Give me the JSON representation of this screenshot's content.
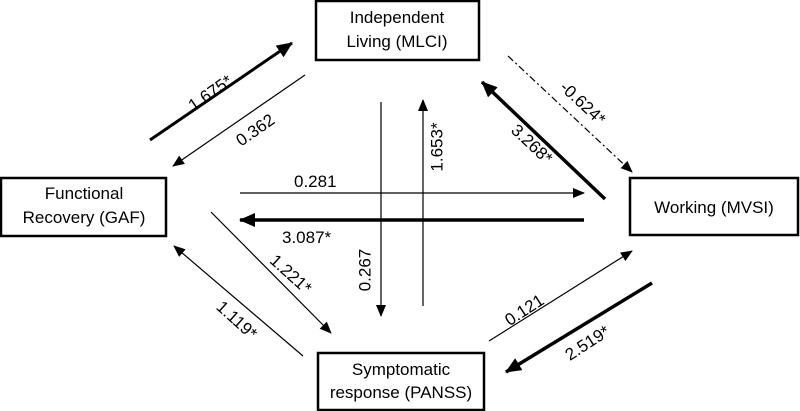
{
  "nodes": {
    "mlci": {
      "line1": "Independent",
      "line2": "Living (MLCI)"
    },
    "gaf": {
      "line1": "Functional",
      "line2": "Recovery (GAF)"
    },
    "mvsi": {
      "line1": "Working (MVSI)"
    },
    "panss": {
      "line1": "Symptomatic",
      "line2": "response (PANSS)"
    }
  },
  "paths": [
    {
      "from": "Functional Recovery (GAF)",
      "to": "Independent Living (MLCI)",
      "label": "1.675*",
      "significant": true,
      "style": "bold"
    },
    {
      "from": "Independent Living (MLCI)",
      "to": "Functional Recovery (GAF)",
      "label": "0.362",
      "significant": false,
      "style": "thin"
    },
    {
      "from": "Independent Living (MLCI)",
      "to": "Working (MVSI)",
      "label": "-0.624*",
      "significant": true,
      "style": "dash-dot"
    },
    {
      "from": "Working (MVSI)",
      "to": "Independent Living (MLCI)",
      "label": "3.268*",
      "significant": true,
      "style": "bold"
    },
    {
      "from": "Functional Recovery (GAF)",
      "to": "Working (MVSI)",
      "label": "0.281",
      "significant": false,
      "style": "thin"
    },
    {
      "from": "Working (MVSI)",
      "to": "Functional Recovery (GAF)",
      "label": "3.087*",
      "significant": true,
      "style": "bold"
    },
    {
      "from": "Independent Living (MLCI)",
      "to": "Symptomatic response (PANSS)",
      "label": "0.267",
      "significant": false,
      "style": "thin"
    },
    {
      "from": "Symptomatic response (PANSS)",
      "to": "Independent Living (MLCI)",
      "label": "1.653*",
      "significant": true,
      "style": "thin"
    },
    {
      "from": "Functional Recovery (GAF)",
      "to": "Symptomatic response (PANSS)",
      "label": "1.221*",
      "significant": true,
      "style": "thin"
    },
    {
      "from": "Symptomatic response (PANSS)",
      "to": "Functional Recovery (GAF)",
      "label": "1.119*",
      "significant": true,
      "style": "thin"
    },
    {
      "from": "Symptomatic response (PANSS)",
      "to": "Working (MVSI)",
      "label": "0.121",
      "significant": false,
      "style": "thin"
    },
    {
      "from": "Working (MVSI)",
      "to": "Symptomatic response (PANSS)",
      "label": "2.519*",
      "significant": true,
      "style": "bold"
    }
  ],
  "colors": {
    "stroke": "#000000",
    "background": "#ffffff"
  }
}
